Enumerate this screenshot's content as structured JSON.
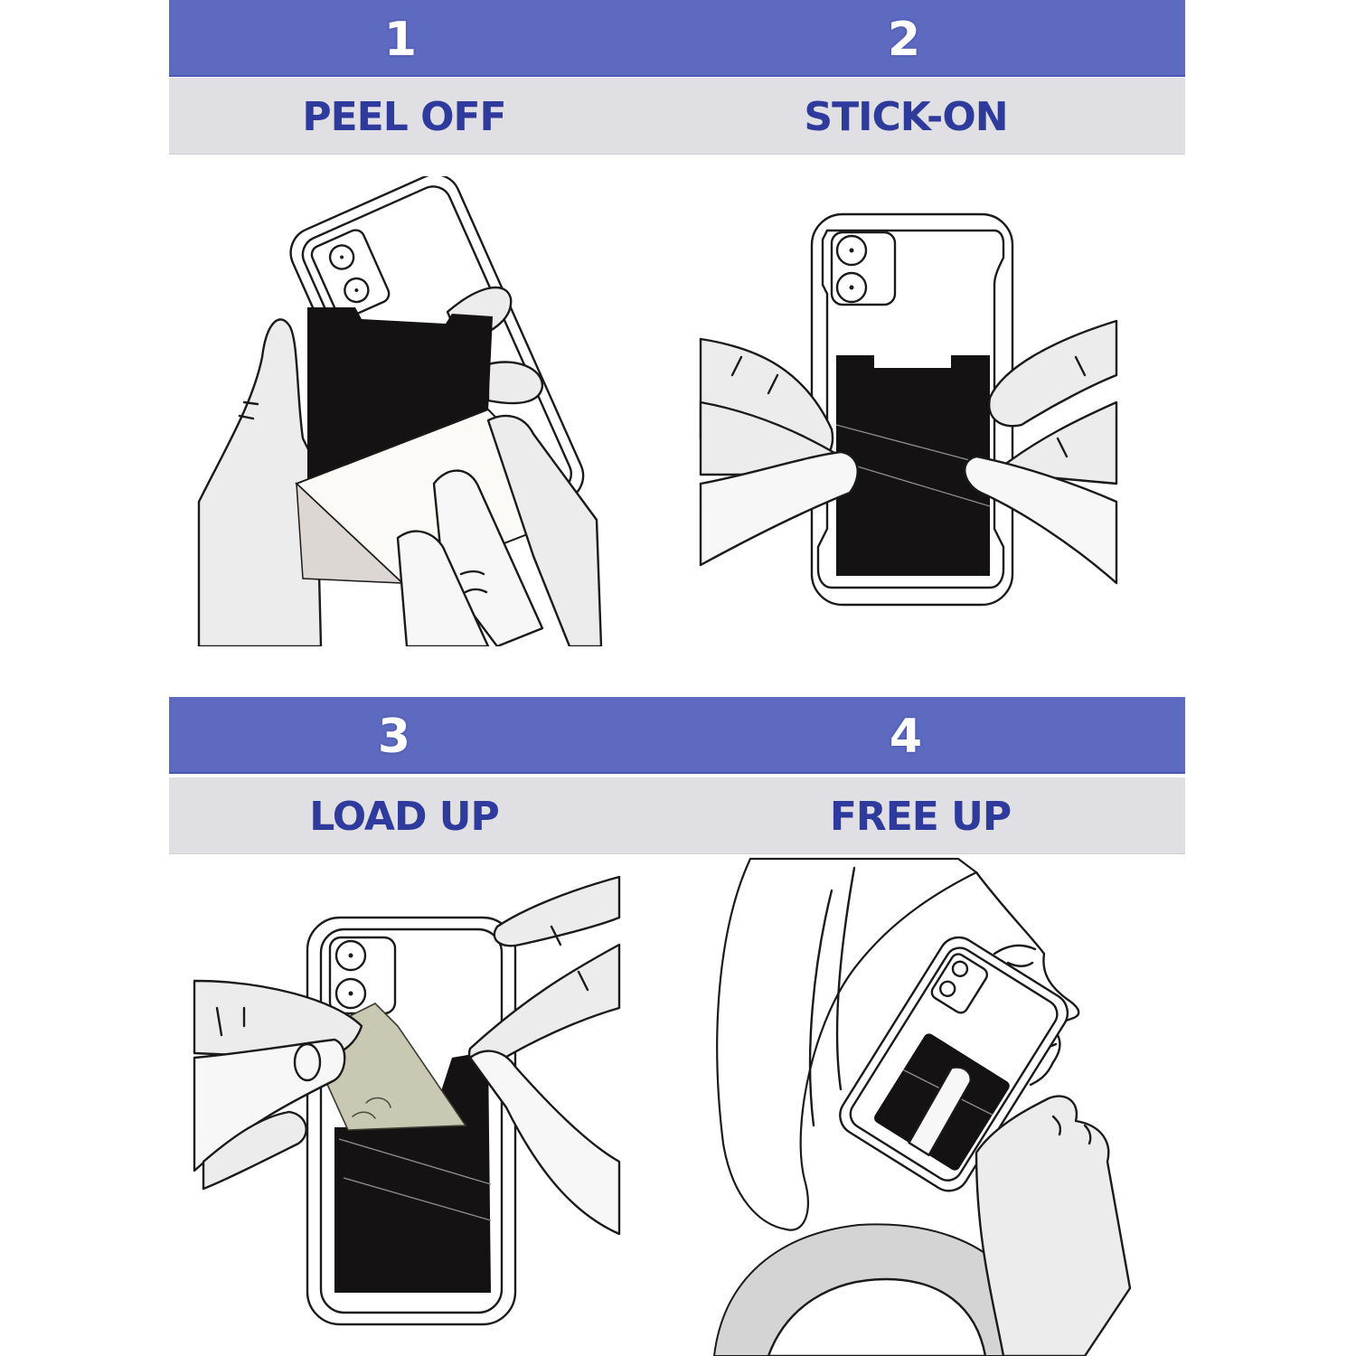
{
  "instructions": {
    "steps": [
      {
        "number": "1",
        "title": "PEEL OFF",
        "illustration": "hands-peeling-liner-from-wallet-icon"
      },
      {
        "number": "2",
        "title": "STICK-ON",
        "illustration": "hands-sticking-wallet-on-phone-icon"
      },
      {
        "number": "3",
        "title": "LOAD UP",
        "illustration": "hands-loading-cash-into-wallet-icon"
      },
      {
        "number": "4",
        "title": "FREE UP",
        "illustration": "woman-talking-on-phone-icon"
      }
    ]
  },
  "colors": {
    "number_band": "#5d6abf",
    "label_band": "#e0dfe3",
    "label_text": "#2f3b9c",
    "number_text": "#ffffff",
    "wallet": "#141212"
  }
}
